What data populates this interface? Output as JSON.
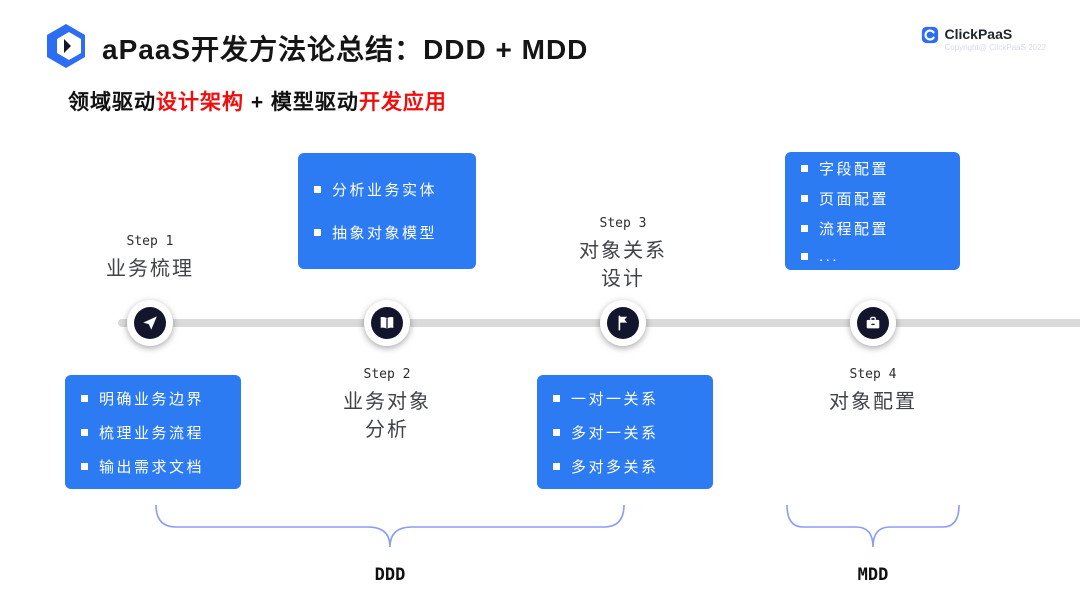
{
  "header": {
    "title": "aPaaS开发方法论总结：DDD + MDD",
    "logo_name": "ClickPaaS",
    "copyright": "Copyright@ ClickPaaS 2022"
  },
  "subtitle": {
    "parts": [
      {
        "text": "领域驱动",
        "color": "#111111"
      },
      {
        "text": "设计架构",
        "color": "#f20d0d"
      },
      {
        "text": " + 模型驱动",
        "color": "#111111"
      },
      {
        "text": "开发应用",
        "color": "#f20d0d"
      }
    ]
  },
  "colors": {
    "accent_blue": "#2c7bf2",
    "node_dark": "#13152c",
    "timeline_gray": "#dadada",
    "brace_blue": "#8a9cf6",
    "red": "#f20d0d"
  },
  "steps": [
    {
      "label": "Step 1",
      "title_lines": [
        "业务梳理"
      ],
      "icon": "paper-plane-icon",
      "box_items": [
        "明确业务边界",
        "梳理业务流程",
        "输出需求文档"
      ]
    },
    {
      "label": "Step 2",
      "title_lines": [
        "业务对象",
        "分析"
      ],
      "icon": "book-icon",
      "box_items": [
        "分析业务实体",
        "抽象对象模型"
      ]
    },
    {
      "label": "Step 3",
      "title_lines": [
        "对象关系",
        "设计"
      ],
      "icon": "flag-icon",
      "box_items": [
        "一对一关系",
        "多对一关系",
        "多对多关系"
      ]
    },
    {
      "label": "Step 4",
      "title_lines": [
        "对象配置"
      ],
      "icon": "briefcase-icon",
      "box_items": [
        "字段配置",
        "页面配置",
        "流程配置",
        "..."
      ]
    }
  ],
  "groups": [
    {
      "label": "DDD"
    },
    {
      "label": "MDD"
    }
  ]
}
